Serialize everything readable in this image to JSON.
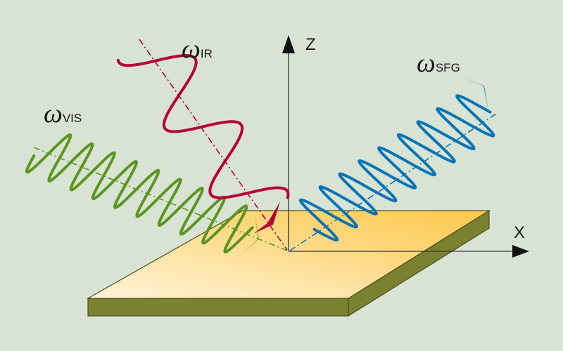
{
  "title": "Sum-frequency generation (SFG) geometry at a surface",
  "colors": {
    "background": "#d8e3d3",
    "ir": "#b5003a",
    "vis": "#5b9520",
    "sfg": "#0a74b5",
    "slab_top_light": "#fff3d9",
    "slab_top_dark": "#fdc84a",
    "slab_side": "#7a8232",
    "axis": "#333333"
  },
  "beams": {
    "ir": {
      "symbol": "ω",
      "subscript": "IR"
    },
    "vis": {
      "symbol": "ω",
      "subscript": "VIS"
    },
    "sfg": {
      "symbol": "ω",
      "subscript": "SFG"
    }
  },
  "axes": {
    "z": "Z",
    "x": "X"
  }
}
